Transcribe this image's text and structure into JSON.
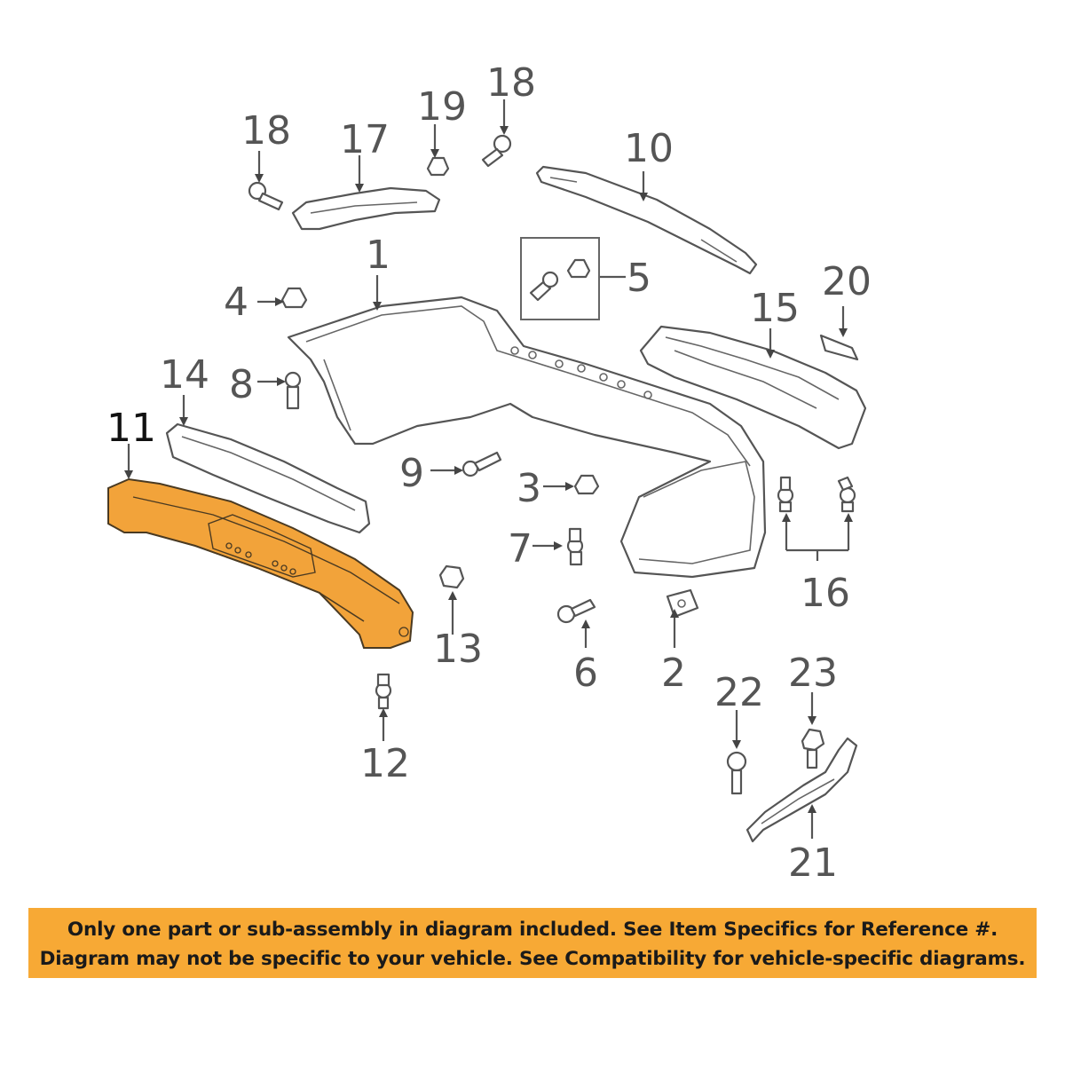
{
  "callouts": {
    "c1": "1",
    "c2": "2",
    "c3": "3",
    "c4": "4",
    "c5": "5",
    "c6": "6",
    "c7": "7",
    "c8": "8",
    "c9": "9",
    "c10": "10",
    "c11": "11",
    "c12": "12",
    "c13": "13",
    "c14": "14",
    "c15": "15",
    "c16": "16",
    "c17": "17",
    "c18a": "18",
    "c18b": "18",
    "c19": "19",
    "c20": "20",
    "c21": "21",
    "c22": "22",
    "c23": "23"
  },
  "highlight_color": "#f2a33a",
  "banner": {
    "line1": "Only one part or sub-assembly in diagram included. See Item Specifics for Reference #.",
    "line2": "Diagram may not be specific to your vehicle. See Compatibility for vehicle-specific diagrams.",
    "color": "#f7a935"
  }
}
